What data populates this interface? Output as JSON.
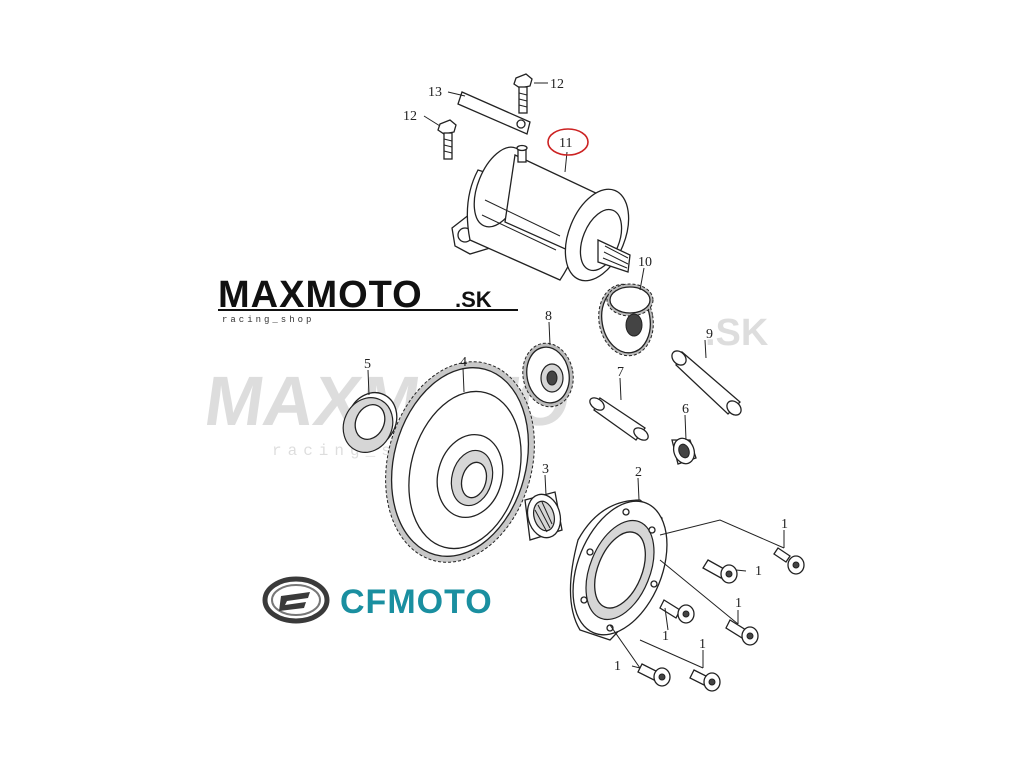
{
  "diagram": {
    "callouts": [
      {
        "id": "c13",
        "text": "13"
      },
      {
        "id": "c12a",
        "text": "12"
      },
      {
        "id": "c12b",
        "text": "12"
      },
      {
        "id": "c11",
        "text": "11"
      },
      {
        "id": "c10",
        "text": "10"
      },
      {
        "id": "c9",
        "text": "9"
      },
      {
        "id": "c8",
        "text": "8"
      },
      {
        "id": "c7",
        "text": "7"
      },
      {
        "id": "c6",
        "text": "6"
      },
      {
        "id": "c5",
        "text": "5"
      },
      {
        "id": "c4",
        "text": "4"
      },
      {
        "id": "c3",
        "text": "3"
      },
      {
        "id": "c2",
        "text": "2"
      },
      {
        "id": "c1a",
        "text": "1"
      },
      {
        "id": "c1b",
        "text": "1"
      },
      {
        "id": "c1c",
        "text": "1"
      },
      {
        "id": "c1d",
        "text": "1"
      },
      {
        "id": "c1e",
        "text": "1"
      },
      {
        "id": "c1f",
        "text": "1"
      }
    ],
    "highlight_color": "#cc2222"
  },
  "logos": {
    "maxmoto": {
      "main": "MAXMOTO",
      "suffix": ".SK",
      "tagline": "racing_shop",
      "color": "#111111",
      "accent": "#cc1111"
    },
    "watermark": {
      "main": "MAXMOTO",
      "suffix": ".SK",
      "tagline": "racing_shop"
    },
    "cfmoto": {
      "text": "CFMOTO",
      "color": "#1a8fa0",
      "emblem_color": "#3a3a3a"
    }
  }
}
